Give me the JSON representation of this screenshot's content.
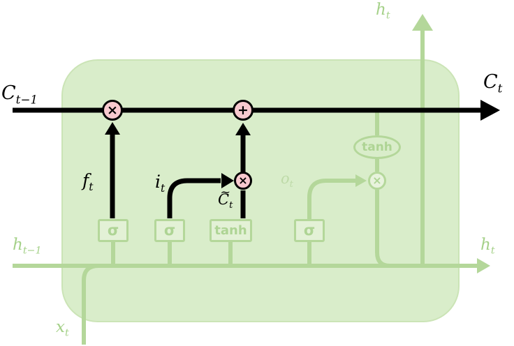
{
  "labels": {
    "c_prev": {
      "base": "C",
      "sub": "t−1"
    },
    "c_out": {
      "base": "C",
      "sub": "t"
    },
    "f": {
      "base": "f",
      "sub": "t"
    },
    "i": {
      "base": "i",
      "sub": "t"
    },
    "c_tilde": {
      "base": "C",
      "accent": "~",
      "sub": "t"
    },
    "o": {
      "base": "o",
      "sub": "t"
    },
    "h_top": {
      "base": "h",
      "sub": "t"
    },
    "h_right": {
      "base": "h",
      "sub": "t"
    },
    "h_prev": {
      "base": "h",
      "sub": "t−1"
    },
    "x_in": {
      "base": "x",
      "sub": "t"
    }
  },
  "operators": {
    "multiply": "×",
    "add": "+"
  },
  "gates": {
    "forget": "σ",
    "input": "σ",
    "candidate": "tanh",
    "output": "σ"
  },
  "activation": {
    "tanh": "tanh"
  },
  "colors": {
    "cell_fill": "#d9edca",
    "faded_green_line": "#b4d79a",
    "green_label": "#a5d189",
    "pink_node": "#f7c9ce",
    "active_line": "#000000"
  }
}
